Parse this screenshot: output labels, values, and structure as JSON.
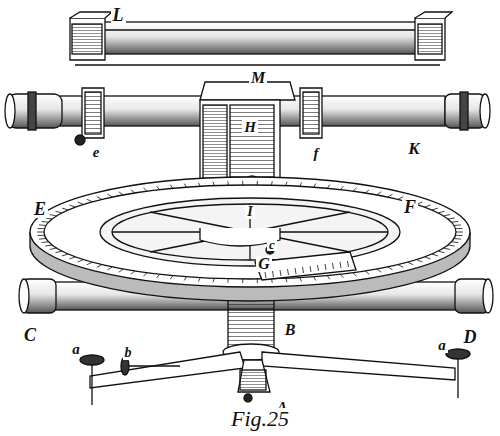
{
  "diagram": {
    "caption": "Fig.25",
    "labels": [
      "L",
      "M",
      "K",
      "e",
      "f",
      "H",
      "I",
      "E",
      "F",
      "c",
      "G",
      "C",
      "D",
      "B",
      "a",
      "b",
      "a",
      "A",
      "c"
    ]
  }
}
